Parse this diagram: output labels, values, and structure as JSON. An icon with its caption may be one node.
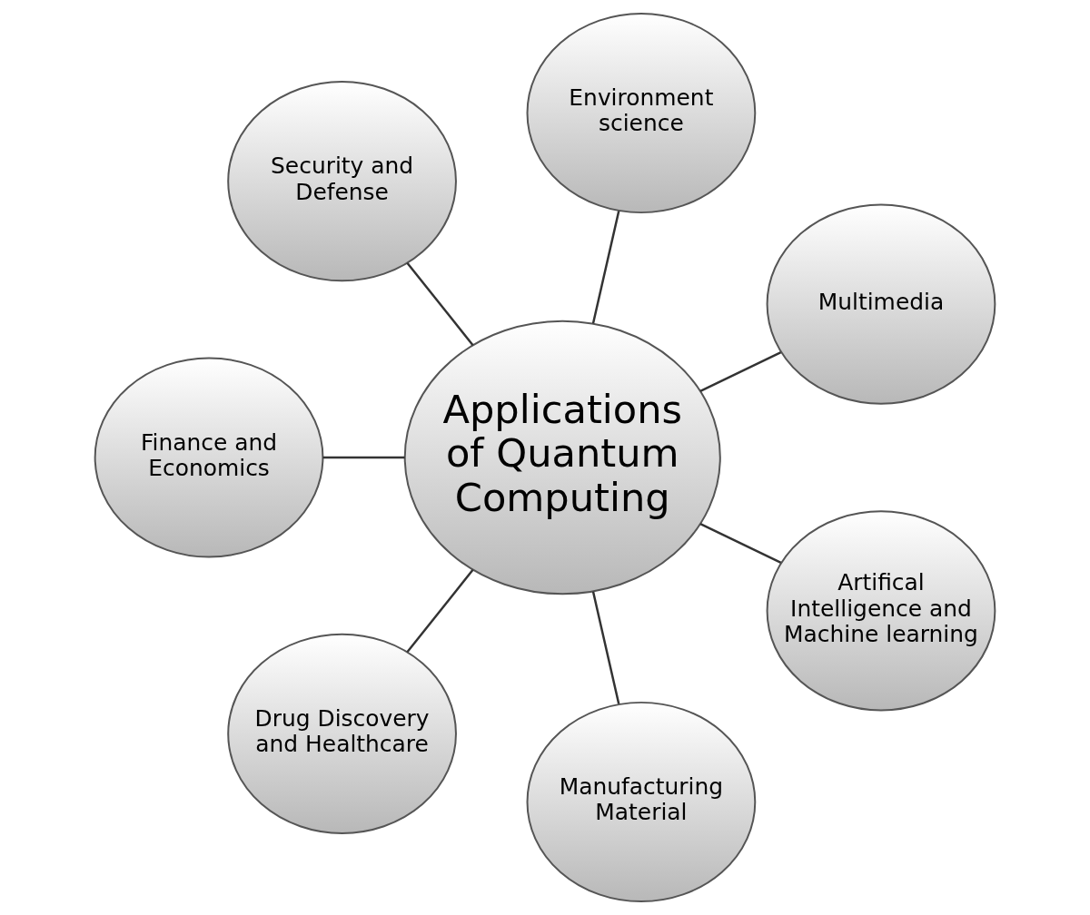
{
  "diagram": {
    "nodes": [
      {
        "text": [
          "Applications of Quantum Computing"
        ]
      },
      {
        "text": [
          "Multimedia"
        ]
      },
      {
        "text": [
          "Environment science"
        ]
      },
      {
        "text": [
          "Security and Defense"
        ]
      },
      {
        "text": [
          "Finance and Economics"
        ]
      },
      {
        "text": [
          "Drug Discovery and Healthcare"
        ]
      },
      {
        "text": [
          "Manufacturing Material"
        ]
      },
      {
        "text": [
          "Artifical Intelligence and Machine learning"
        ]
      }
    ],
    "edges": [
      {
        "from": 0,
        "to": 1,
        "arrow": "none"
      },
      {
        "from": 0,
        "to": 2,
        "arrow": "none"
      },
      {
        "from": 0,
        "to": 3,
        "arrow": "none"
      },
      {
        "from": 0,
        "to": 4,
        "arrow": "none"
      },
      {
        "from": 0,
        "to": 5,
        "arrow": "none"
      },
      {
        "from": 0,
        "to": 6,
        "arrow": "none"
      },
      {
        "from": 0,
        "to": 7,
        "arrow": "none"
      }
    ]
  }
}
